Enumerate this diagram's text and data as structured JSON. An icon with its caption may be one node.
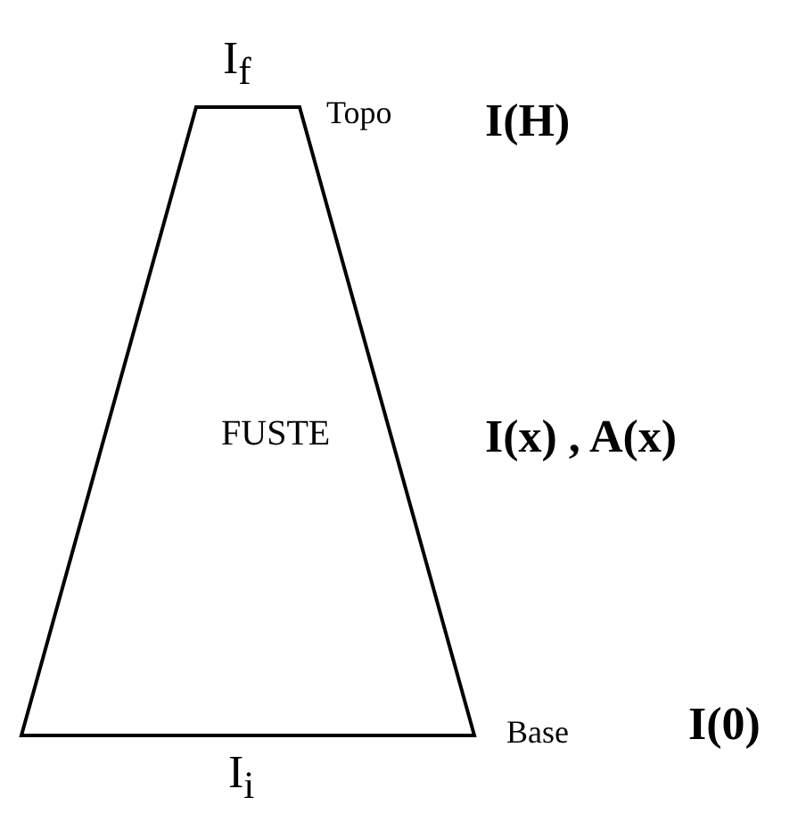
{
  "diagram": {
    "nodes": [
      {
        "text": [
          "FUSTE"
        ]
      }
    ],
    "labels": [
      "I$_{f}$",
      "Topo",
      "I(H)",
      "I(x) , A(x)",
      "Base",
      "I(0)",
      "I$_{i}$"
    ]
  }
}
